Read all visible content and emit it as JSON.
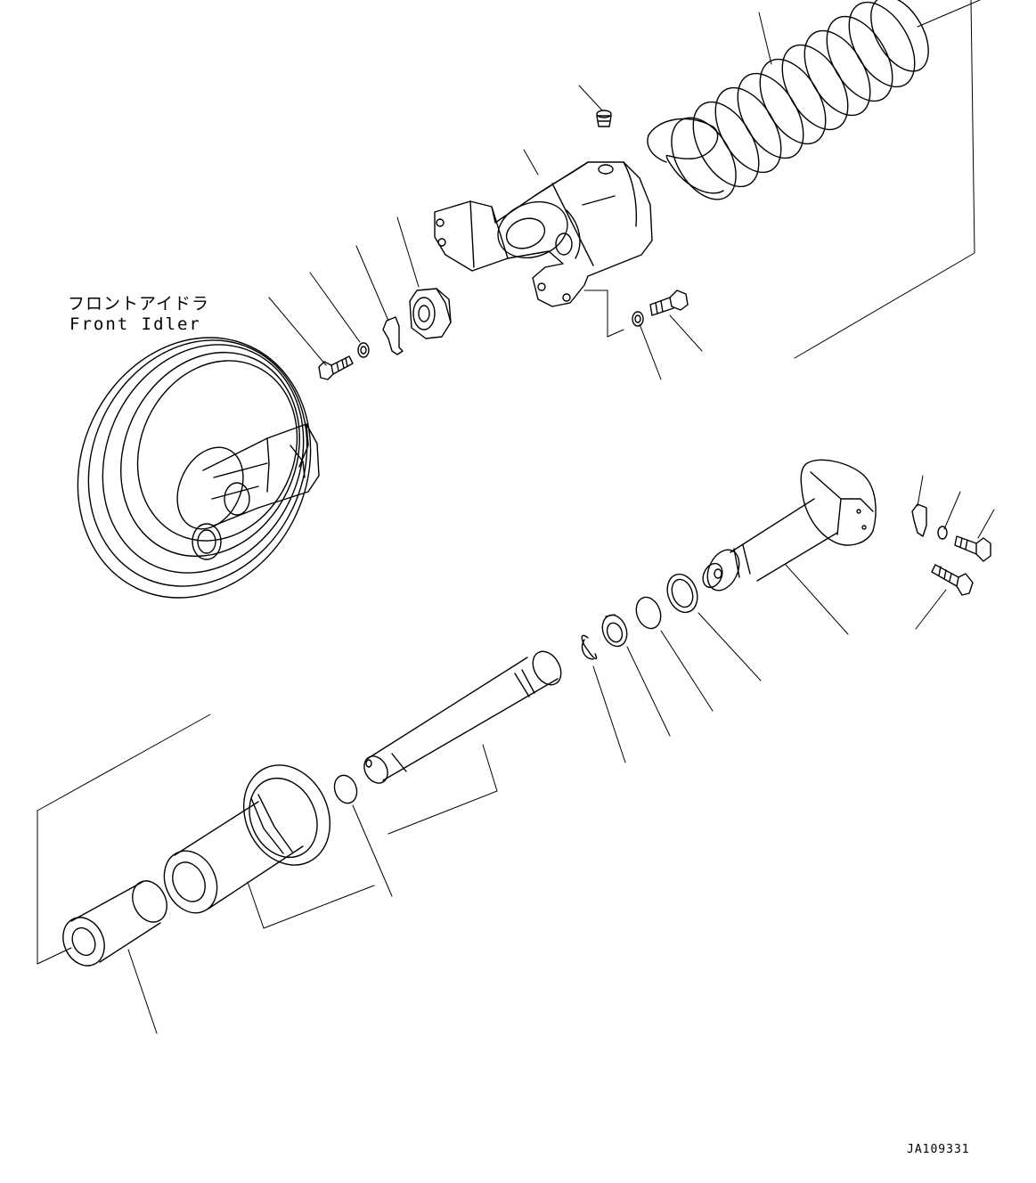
{
  "labels": {
    "front_idler_jp": "フロントアイドラ",
    "front_idler_en": "Front Idler",
    "drawing_id": "JA109331"
  },
  "colors": {
    "line": "#000000",
    "background": "#ffffff"
  }
}
